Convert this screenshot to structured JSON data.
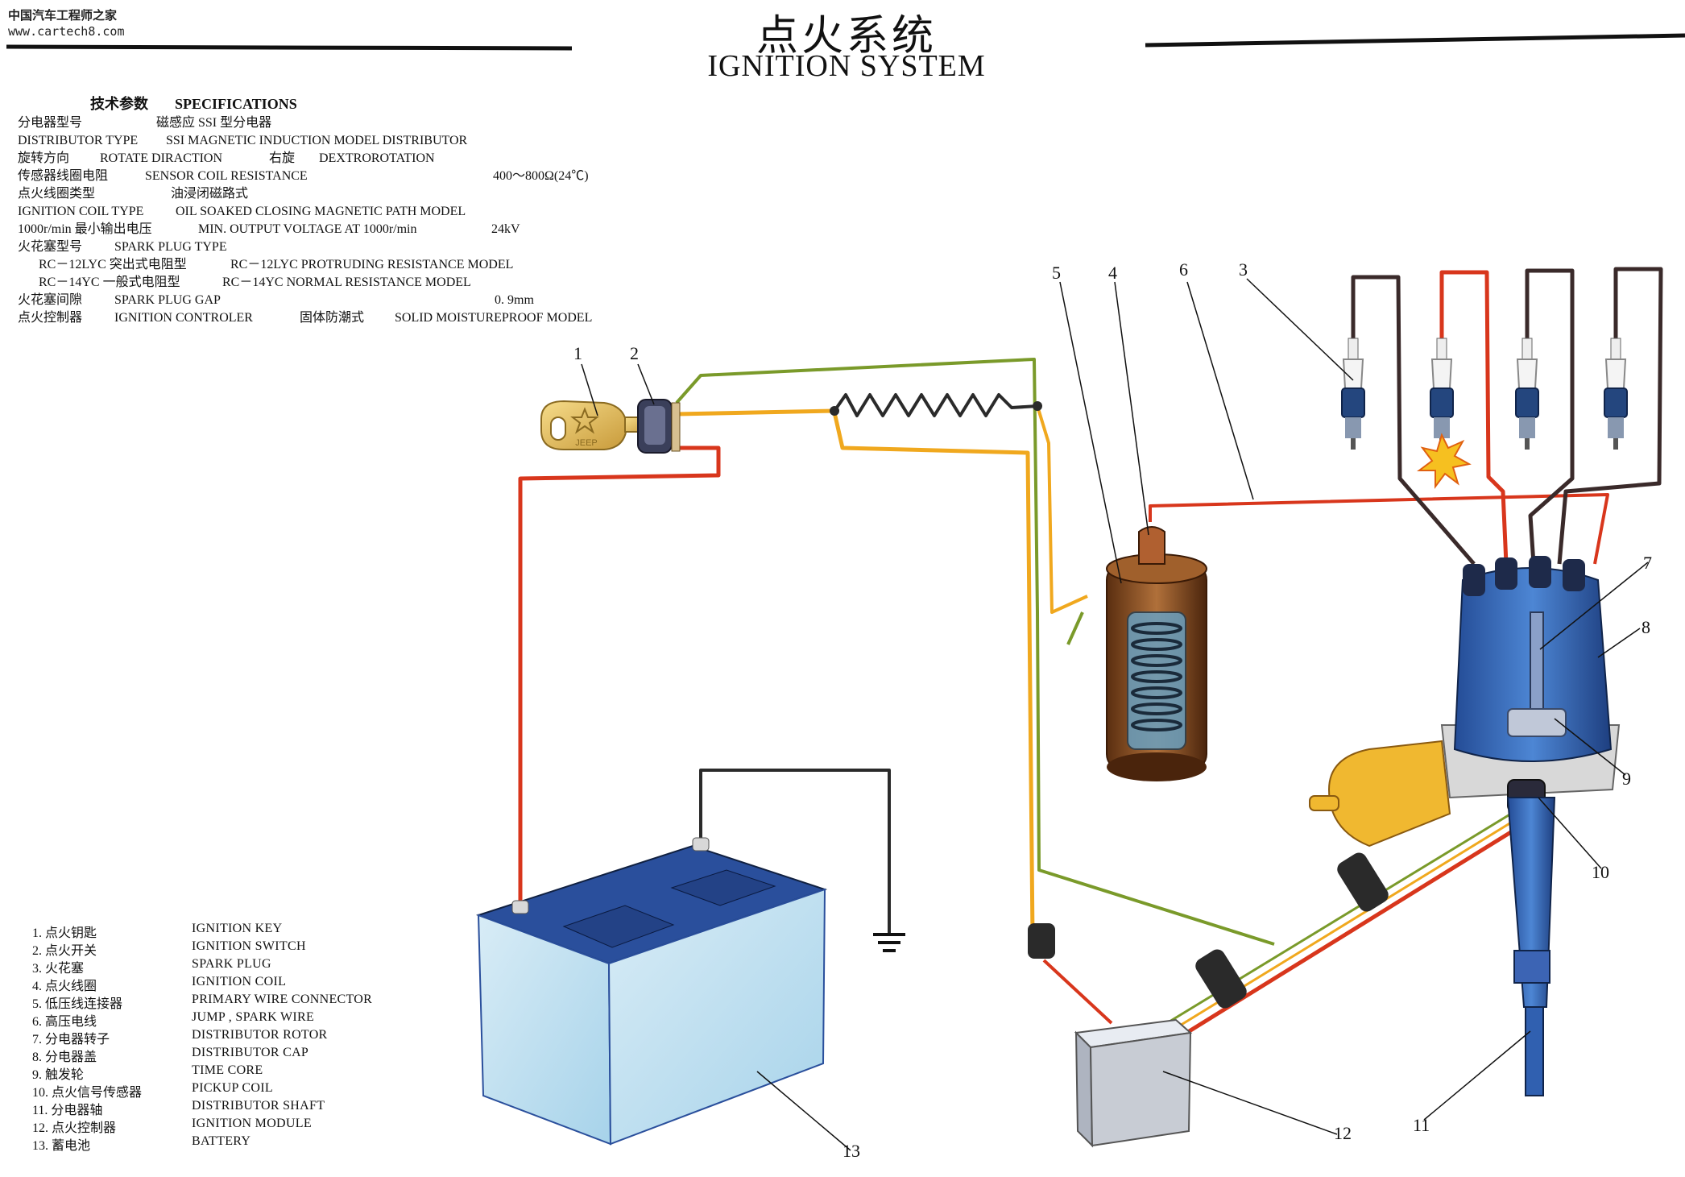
{
  "watermark": {
    "site_cn": "中国汽车工程师之家",
    "url": "www.cartech8.com"
  },
  "title": {
    "cn": "点火系统",
    "en": "IGNITION SYSTEM"
  },
  "specifications": {
    "heading_cn": "技术参数",
    "heading_en": "SPECIFICATIONS",
    "lines": [
      {
        "a": "分电器型号",
        "b": "磁感应 SSI 型分电器",
        "c": "",
        "d": ""
      },
      {
        "a": "DISTRIBUTOR TYPE",
        "b": "SSI MAGNETIC INDUCTION MODEL DISTRIBUTOR",
        "c": "",
        "d": ""
      },
      {
        "a": "旋转方向",
        "b": "ROTATE DIRACTION",
        "c": "右旋",
        "d": "DEXTROROTATION"
      },
      {
        "a": "传感器线圈电阻",
        "b": "SENSOR COIL RESISTANCE",
        "c": "400～800Ω(24℃)",
        "d": ""
      },
      {
        "a": "点火线圈类型",
        "b": "油浸闭磁路式",
        "c": "",
        "d": ""
      },
      {
        "a": "IGNITION COIL TYPE",
        "b": "OIL SOAKED CLOSING MAGNETIC PATH MODEL",
        "c": "",
        "d": ""
      },
      {
        "a": "1000r/min 最小输出电压",
        "b": "MIN. OUTPUT VOLTAGE AT 1000r/min",
        "c": "24kV",
        "d": ""
      },
      {
        "a": "火花塞型号",
        "b": "SPARK PLUG TYPE",
        "c": "",
        "d": ""
      },
      {
        "a": "RC－12LYC 突出式电阻型",
        "b": "RC－12LYC PROTRUDING RESISTANCE MODEL",
        "c": "",
        "d": ""
      },
      {
        "a": "RC－14YC 一般式电阻型",
        "b": "RC－14YC NORMAL RESISTANCE MODEL",
        "c": "",
        "d": ""
      },
      {
        "a": "火花塞间隙",
        "b": "SPARK PLUG GAP",
        "c": "0. 9mm",
        "d": ""
      },
      {
        "a": "点火控制器",
        "b": "IGNITION CONTROLER",
        "c": "固体防潮式",
        "d": "SOLID MOISTUREPROOF MODEL"
      }
    ]
  },
  "legend": [
    {
      "cn": "1. 点火钥匙",
      "en": "IGNITION KEY"
    },
    {
      "cn": "2. 点火开关",
      "en": "IGNITION SWITCH"
    },
    {
      "cn": "3. 火花塞",
      "en": "SPARK PLUG"
    },
    {
      "cn": "4. 点火线圈",
      "en": "IGNITION COIL"
    },
    {
      "cn": "5. 低压线连接器",
      "en": "PRIMARY WIRE CONNECTOR"
    },
    {
      "cn": "6. 高压电线",
      "en": "JUMP , SPARK WIRE"
    },
    {
      "cn": "7. 分电器转子",
      "en": "DISTRIBUTOR ROTOR"
    },
    {
      "cn": "8. 分电器盖",
      "en": "DISTRIBUTOR CAP"
    },
    {
      "cn": "9. 触发轮",
      "en": "TIME CORE"
    },
    {
      "cn": "10. 点火信号传感器",
      "en": "PICKUP COIL"
    },
    {
      "cn": "11. 分电器轴",
      "en": "DISTRIBUTOR SHAFT"
    },
    {
      "cn": "12. 点火控制器",
      "en": "IGNITION MODULE"
    },
    {
      "cn": "13. 蓄电池",
      "en": "BATTERY"
    }
  ],
  "callouts": [
    "1",
    "2",
    "3",
    "4",
    "5",
    "6",
    "7",
    "8",
    "9",
    "10",
    "11",
    "12",
    "13"
  ],
  "key_emblem": "JEEP",
  "colors": {
    "wire_red": "#d8361c",
    "wire_yellow": "#f0a81e",
    "wire_green": "#7a9a2a",
    "wire_dark": "#2a2a2a",
    "battery_top": "#2a4f9c",
    "distributor_blue": "#2f62b8",
    "coil_brown": "#8a4a1a",
    "module_grey": "#c8ccd4"
  }
}
